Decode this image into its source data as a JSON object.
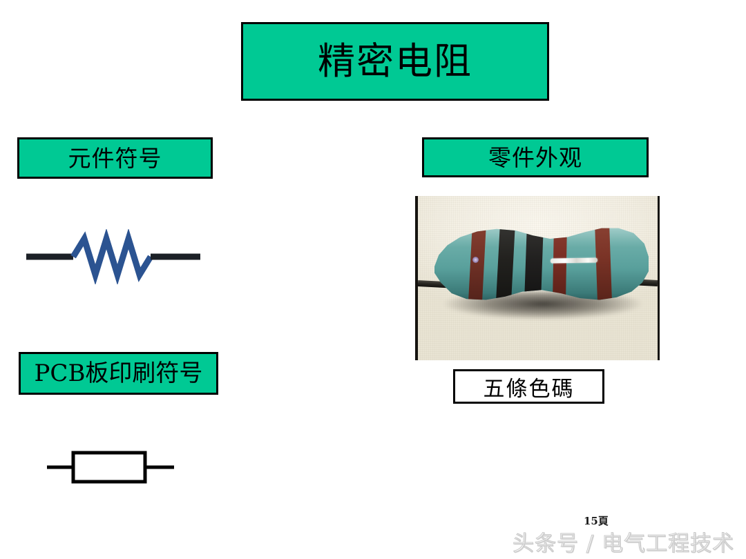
{
  "slide": {
    "title": "精密电阻",
    "background_color": "#ffffff",
    "accent_color": "#00c994",
    "border_color": "#000000"
  },
  "left_column": {
    "symbol_heading": "元件符号",
    "pcb_heading": "PCB板印刷符号",
    "schematic_symbol": {
      "name": "resistor-zigzag-symbol",
      "lead_color": "#1c2026",
      "zigzag_color": "#2b5391"
    },
    "pcb_symbol": {
      "name": "resistor-rectangle-symbol",
      "stroke_color": "#000000"
    }
  },
  "right_column": {
    "appearance_heading": "零件外观",
    "photo": {
      "name": "precision-resistor-photo",
      "background_color": "#efeadb",
      "body_color": "#5f9e9e",
      "band_colors": [
        "#73322 7",
        "#23221f",
        "#222120",
        "#7a2f24",
        "#7a3326"
      ],
      "band_count": 5
    },
    "photo_caption": "五條色碼"
  },
  "footer": {
    "page_number": "15頁",
    "watermark": "头条号 / 电气工程技术"
  }
}
